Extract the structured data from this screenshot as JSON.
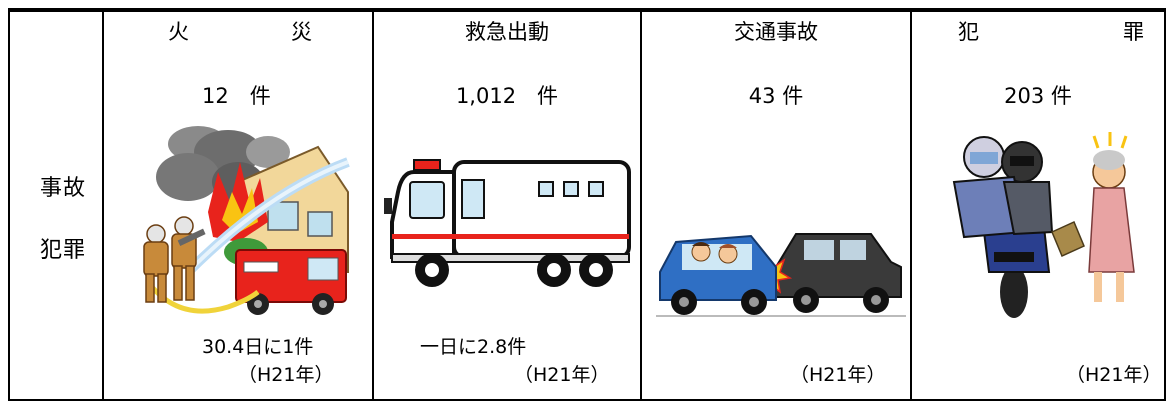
{
  "row_header": {
    "line1": "事故",
    "line2": "犯罪"
  },
  "columns": [
    {
      "category_a": "火",
      "category_b": "災",
      "count": "12　件",
      "rate": "30.4日に1件",
      "period": "（H21年）"
    },
    {
      "category": "救急出動",
      "count": "1,012　件",
      "rate": "一日に2.8件",
      "period": "（H21年）"
    },
    {
      "category": "交通事故",
      "count": "43 件",
      "period": "（H21年）"
    },
    {
      "category_a": "犯",
      "category_b": "罪",
      "count": "203 件",
      "period": "（H21年）"
    }
  ],
  "colors": {
    "fire_truck": "#e8231c",
    "ambulance_stripe": "#e8231c",
    "car_blue": "#2f6fc4",
    "car_dark": "#3a3a3a",
    "motorcycle": "#2a3f8f"
  }
}
